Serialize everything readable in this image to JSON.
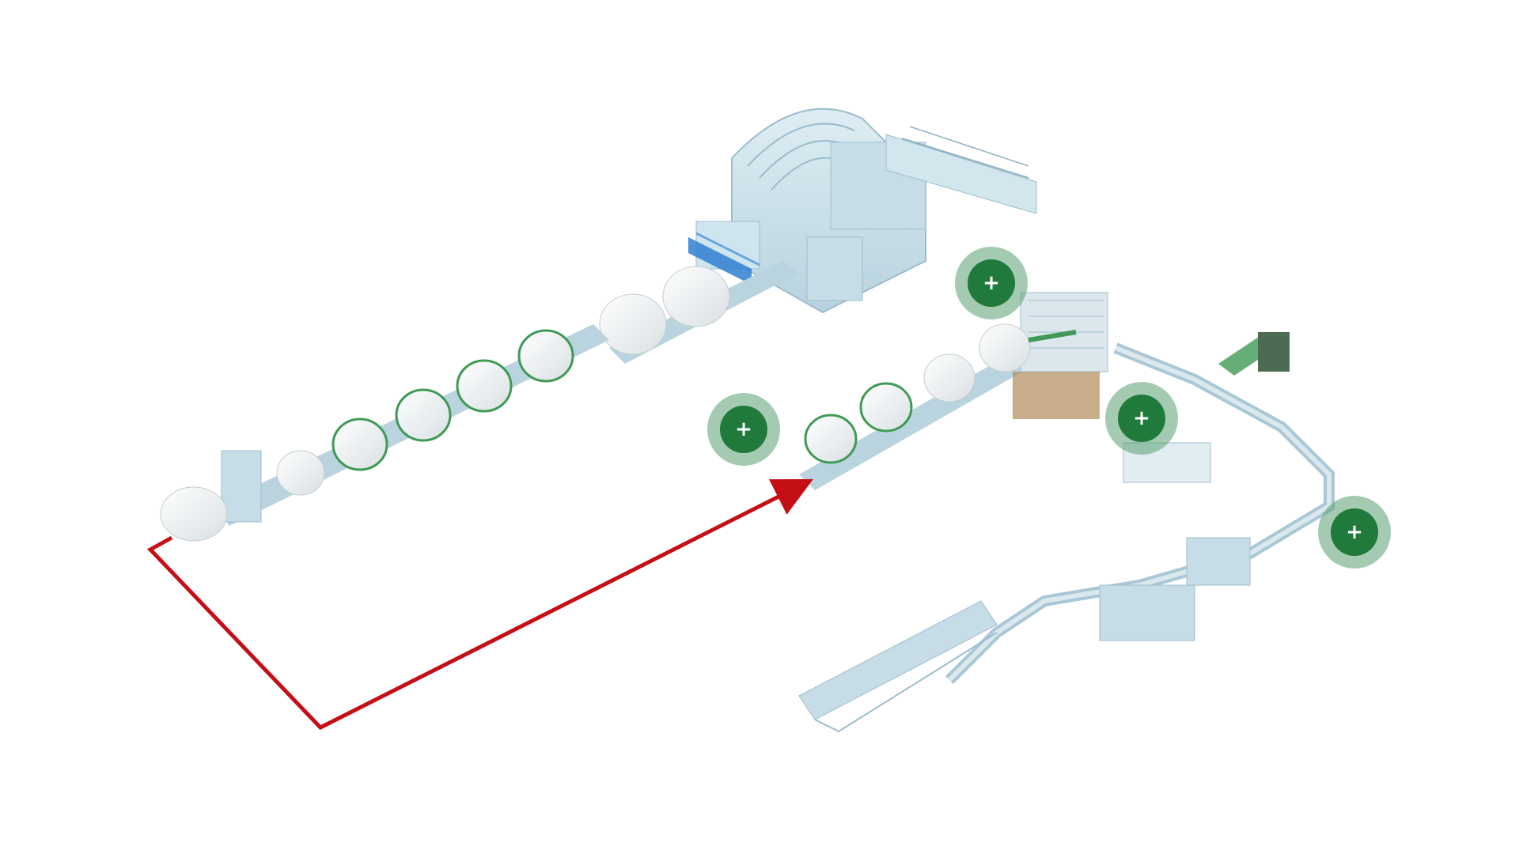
{
  "scene": {
    "description_free": true,
    "colors": {
      "machine_body": "#cfe5ee",
      "machine_shadow": "#a9c7d4",
      "machine_dark": "#8fb3c2",
      "roll": "#f4f6f7",
      "roll_edge": "#d6dde0",
      "accent_green": "#3f9a55",
      "flow_arrow": "#c40f17",
      "accent_blue": "#2f7fd0"
    }
  },
  "hotspots": [
    {
      "id": "hotspot-1",
      "icon": "plus-icon",
      "symbol": "+"
    },
    {
      "id": "hotspot-2",
      "icon": "plus-icon",
      "symbol": "+"
    },
    {
      "id": "hotspot-3",
      "icon": "plus-icon",
      "symbol": "+"
    },
    {
      "id": "hotspot-4",
      "icon": "plus-icon",
      "symbol": "+"
    }
  ]
}
